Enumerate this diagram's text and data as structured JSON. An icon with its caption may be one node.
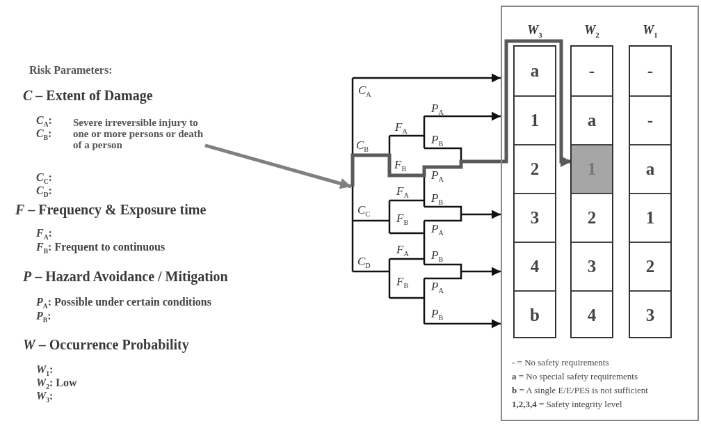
{
  "diagram": {
    "nodes": [
      {
        "text": [
          "Severe irreversible injury to one or more persons or death of a person"
        ]
      },
      {
        "text": [],
        "shape": "picture"
      },
      {
        "text": [],
        "shape": "box"
      },
      {
        "text": [
          "*W*$_{3}$"
        ],
        "in": 2
      },
      {
        "text": [
          "a"
        ],
        "in": 3
      },
      {
        "text": [
          "1"
        ],
        "in": 3
      },
      {
        "text": [
          "2"
        ],
        "in": 3
      },
      {
        "text": [
          "3"
        ],
        "in": 3
      },
      {
        "text": [
          "4"
        ],
        "in": 3
      },
      {
        "text": [
          "b"
        ],
        "in": 3
      },
      {
        "text": [
          "*W*$_{2}$"
        ],
        "in": 2
      },
      {
        "text": [
          "-"
        ],
        "in": 10
      },
      {
        "text": [
          "a"
        ],
        "in": 10
      },
      {
        "text": [
          "1"
        ],
        "in": 10
      },
      {
        "text": [
          "2"
        ],
        "in": 10
      },
      {
        "text": [
          "3"
        ],
        "in": 10
      },
      {
        "text": [
          "4"
        ],
        "in": 10
      },
      {
        "text": [
          "*W*$_{1}$"
        ],
        "in": 2
      },
      {
        "text": [
          "-"
        ],
        "in": 17
      },
      {
        "text": [
          "-"
        ],
        "in": 17
      },
      {
        "text": [
          "a"
        ],
        "in": 17
      },
      {
        "text": [
          "1"
        ],
        "in": 17
      },
      {
        "text": [
          "2"
        ],
        "in": 17
      },
      {
        "text": [
          "3"
        ],
        "in": 17
      }
    ],
    "edges": [
      {
        "from": 0,
        "to": 1,
        "arrow": "to",
        "style": "thick",
        "color": "#808080"
      },
      {
        "from": 1,
        "to": 2,
        "arrow": "to"
      },
      {
        "from": 1,
        "to": 2,
        "arrow": "to"
      },
      {
        "from": 1,
        "to": 13,
        "arrow": "to",
        "style": "thick",
        "color": "#595959"
      },
      {
        "from": 1,
        "to": 2,
        "arrow": "to"
      },
      {
        "from": 1,
        "to": 2,
        "arrow": "to"
      },
      {
        "from": 1,
        "to": 2,
        "arrow": "to"
      }
    ],
    "labels": [
      "Risk Parameters:",
      "*C* – Extent of Damage",
      "*C*$_{A}$:",
      "*C*$_{B}$:",
      "*C*$_{C}$:",
      "*C*$_{D}$:",
      "*F* – Frequency & Exposure time",
      "*F*$_{A}$:",
      "*F*$_{B}$: Frequent to continuous",
      "*P* – Hazard Avoidance / Mitigation",
      "*P*$_{A}$: Possible under certain conditions",
      "*P*$_{B}$:",
      "*W* – Occurrence Probability",
      "*W*$_{1}$:",
      "*W*$_{2}$: Low",
      "*W*$_{3}$:",
      "*C*$_{A}$",
      "*P*$_{A}$",
      "*F*$_{A}$",
      "*P*$_{B}$",
      "*C*$_{B}$",
      "*F*$_{B}$",
      "*P*$_{A}$",
      "*F*$_{A}$",
      "*P*$_{B}$",
      "*C*$_{C}$",
      "*F*$_{B}$",
      "*P*$_{A}$",
      "*F*$_{A}$",
      "*P*$_{B}$",
      "*C*$_{D}$",
      "*F*$_{B}$",
      "*P*$_{A}$",
      "*P*$_{B}$",
      "**-** = No safety requirements",
      "**a** = No special safety requirements",
      "**b** = A single E/E/PES is not sufficient",
      "**1,2,3,4** = Safety integrity level"
    ]
  }
}
